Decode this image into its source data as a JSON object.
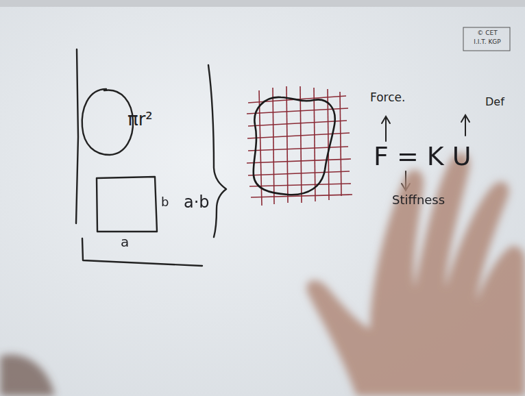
{
  "diagram": {
    "labels": [
      "πr²",
      "b",
      "a·b",
      "a",
      "Force.",
      "F = K U",
      "Def",
      "Stiffness",
      "© CET",
      "I.I.T. KGP"
    ]
  }
}
